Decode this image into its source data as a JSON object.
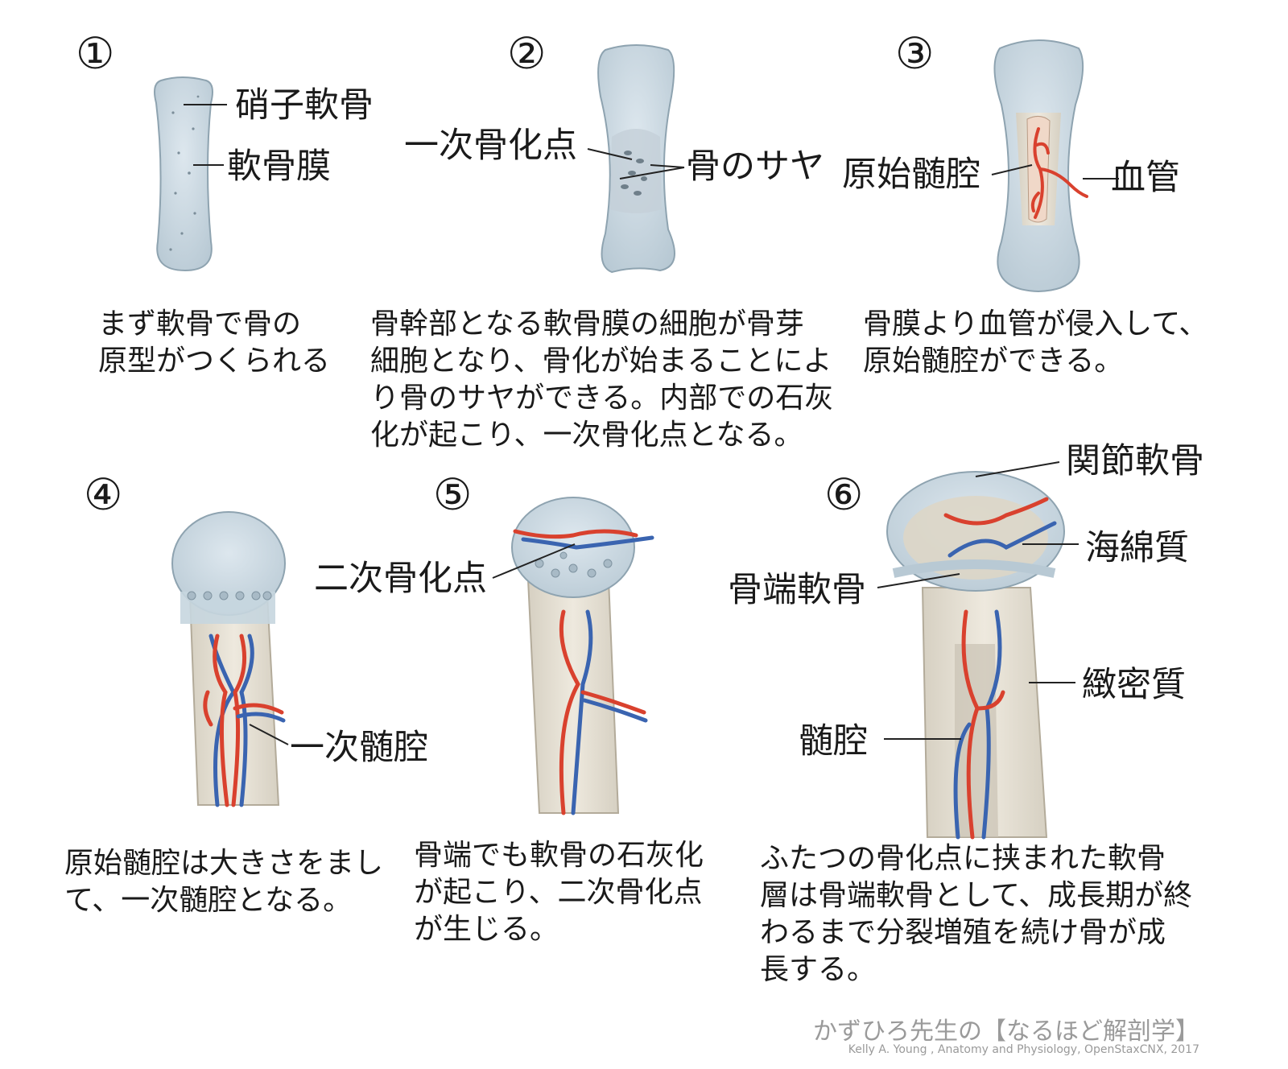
{
  "steps": [
    {
      "num": "①",
      "labels": [
        "硝子軟骨",
        "軟骨膜"
      ],
      "caption": "まず軟骨で骨の\n原型がつくられる"
    },
    {
      "num": "②",
      "labels": [
        "一次骨化点",
        "骨のサヤ"
      ],
      "caption": "骨幹部となる軟骨膜の細胞が骨芽\n細胞となり、骨化が始まることによ\nり骨のサヤができる。内部での石灰\n化が起こり、一次骨化点となる。"
    },
    {
      "num": "③",
      "labels": [
        "原始髄腔",
        "血管"
      ],
      "caption": "骨膜より血管が侵入して、\n原始髄腔ができる。"
    },
    {
      "num": "④",
      "labels": [
        "一次髄腔"
      ],
      "caption": "原始髄腔は大きさをまし\nて、一次髄腔となる。"
    },
    {
      "num": "⑤",
      "labels": [
        "二次骨化点"
      ],
      "caption": "骨端でも軟骨の石灰化\nが起こり、二次骨化点\nが生じる。"
    },
    {
      "num": "⑥",
      "labels": [
        "関節軟骨",
        "海綿質",
        "骨端軟骨",
        "緻密質",
        "髄腔"
      ],
      "caption": "ふたつの骨化点に挟まれた軟骨\n層は骨端軟骨として、成長期が終\nわるまで分裂増殖を続け骨が成\n長する。"
    }
  ],
  "footer": {
    "title": "かずひろ先生の【なるほど解剖学】",
    "credit": "Kelly A. Young , Anatomy and Physiology, OpenStaxCNX, 2017"
  },
  "colors": {
    "cartilage": "#c6d6df",
    "bone": "#e3ddd0",
    "artery": "#d9412e",
    "vein": "#3a64b0"
  }
}
